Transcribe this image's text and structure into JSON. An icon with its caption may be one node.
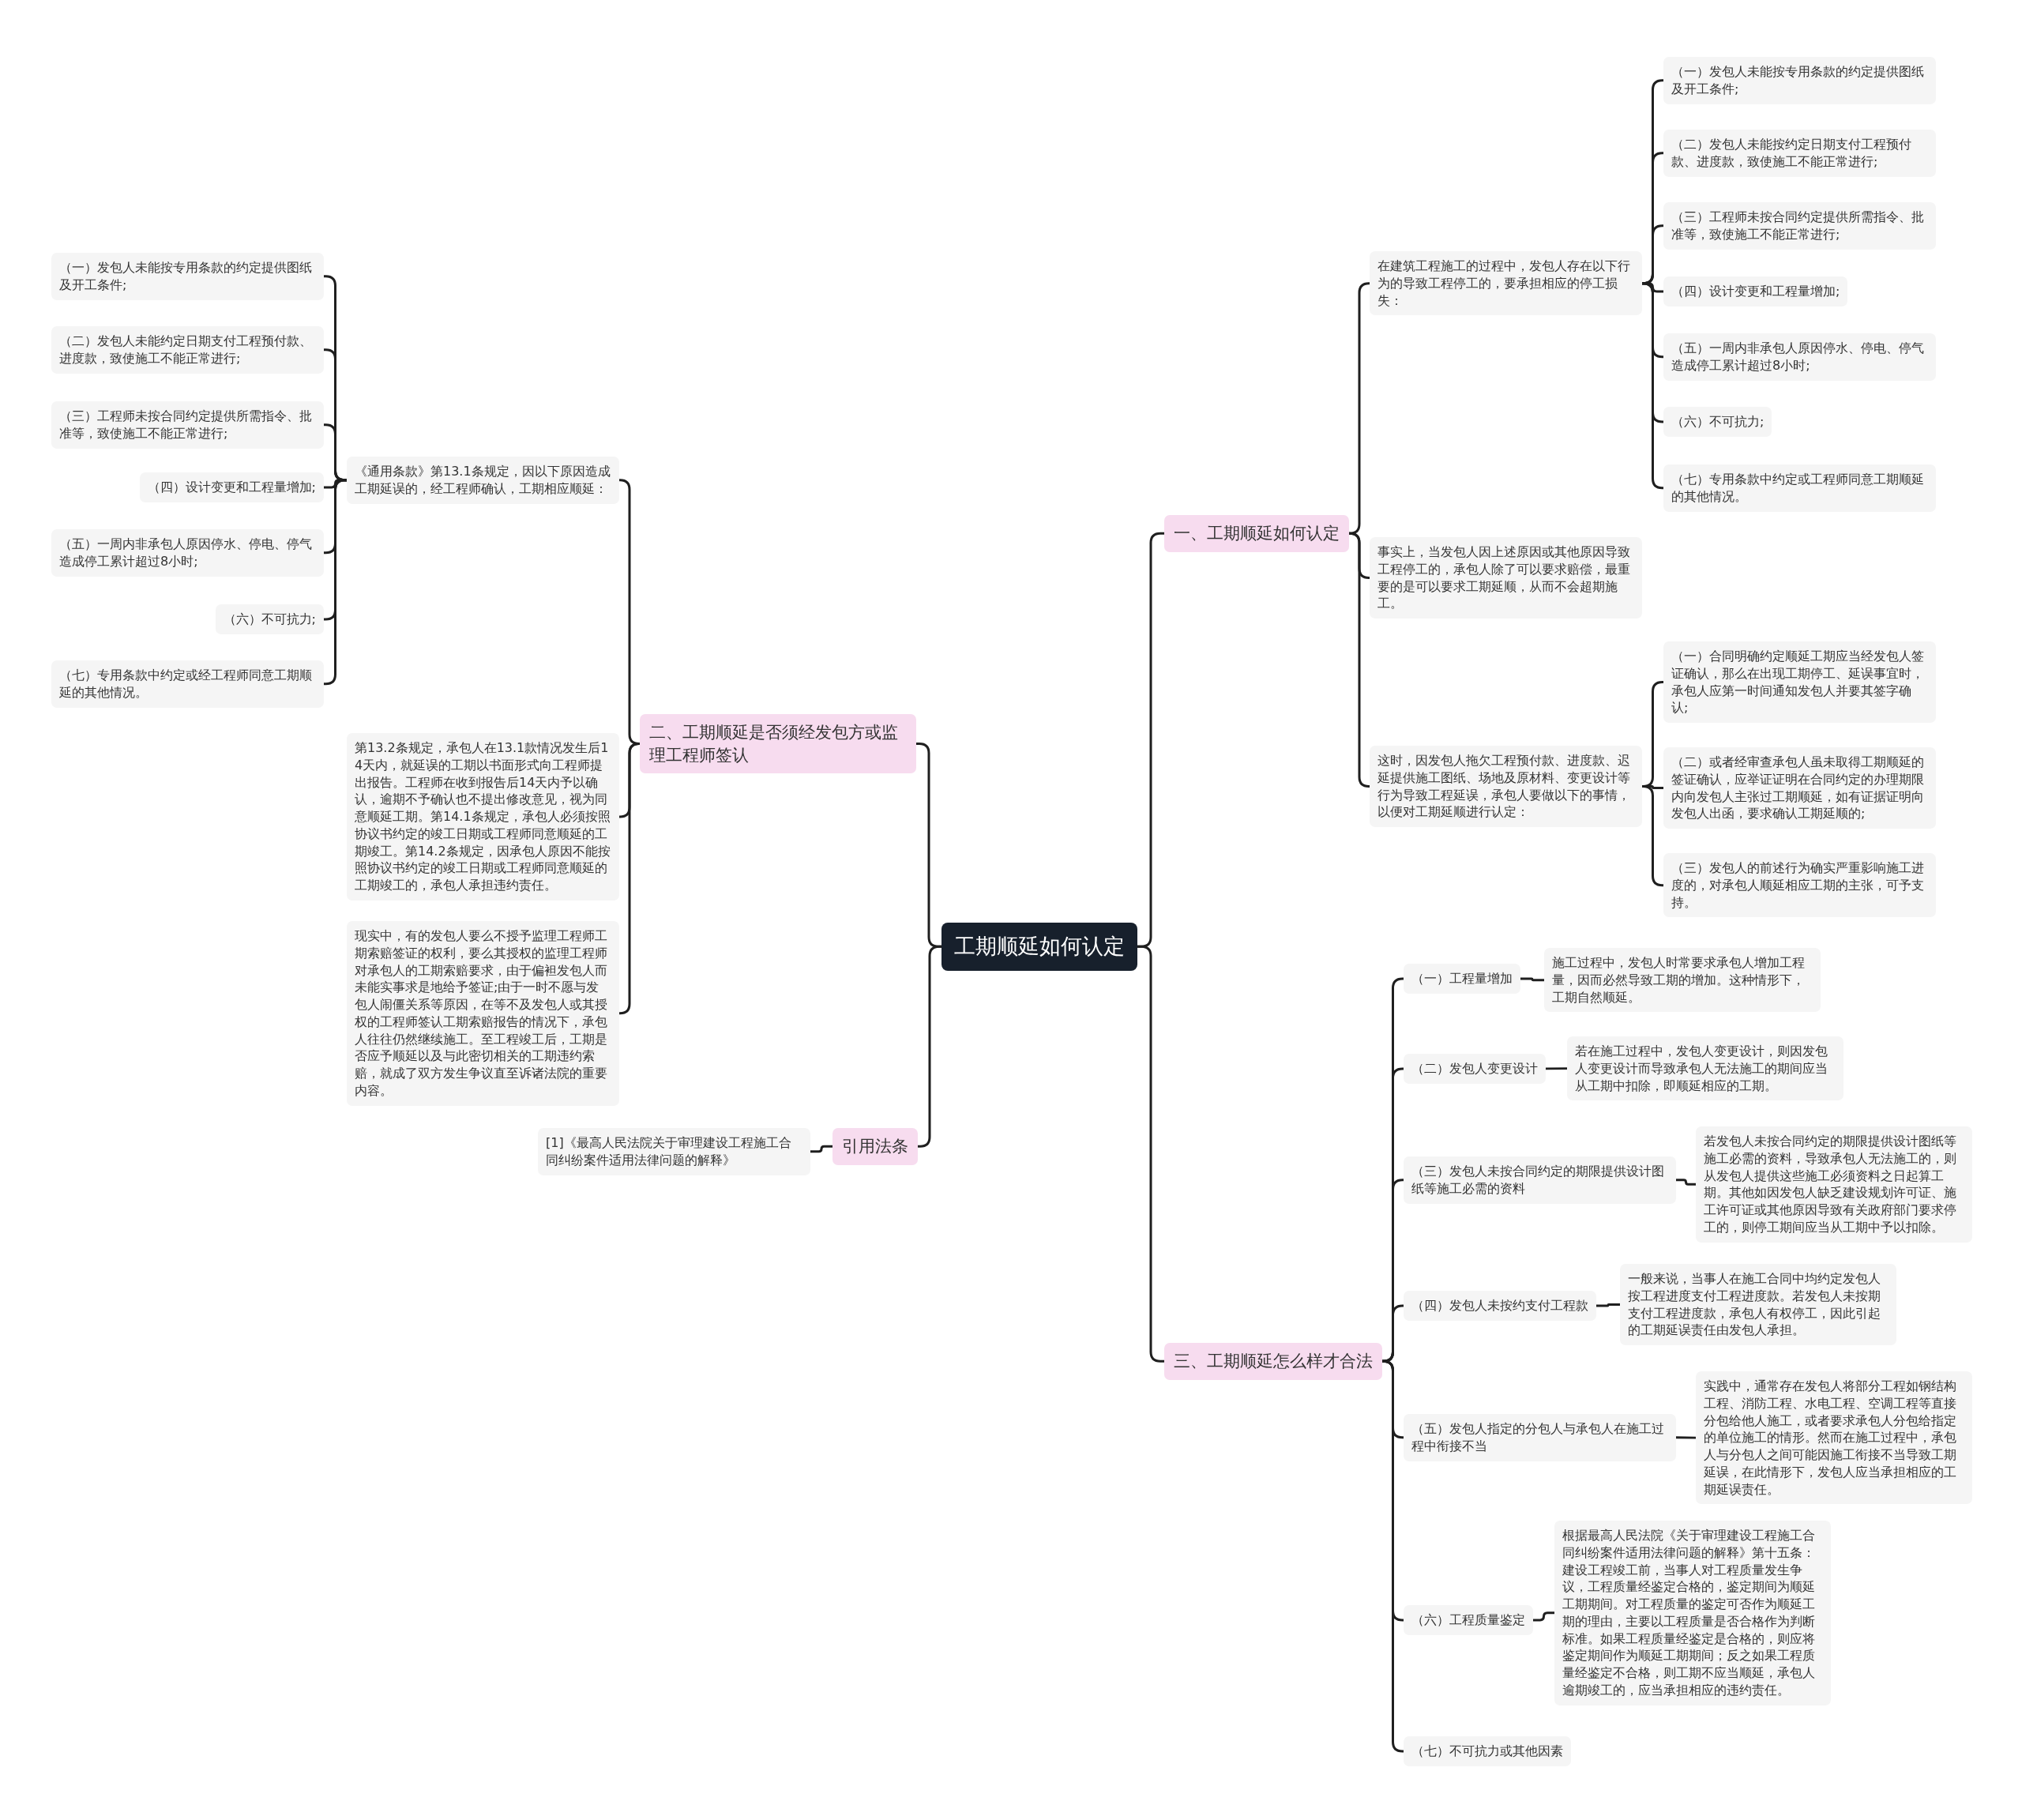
{
  "diagram": {
    "nodes": [
      {
        "text": [
          "工期顺延如何认定"
        ]
      },
      {
        "text": [
          "一、工期顺延如何认定"
        ]
      },
      {
        "text": [
          "在建筑工程施工的过程中，发包人存在以下行为的导致工程停工的，要承担相应的停工损失："
        ]
      },
      {
        "text": [
          "（一）发包人未能按专用条款的约定提供图纸及开工条件;"
        ]
      },
      {
        "text": [
          "（二）发包人未能按约定日期支付工程预付款、进度款，致使施工不能正常进行;"
        ]
      },
      {
        "text": [
          "（三）工程师未按合同约定提供所需指令、批准等，致使施工不能正常进行;"
        ]
      },
      {
        "text": [
          "（四）设计变更和工程量增加;"
        ]
      },
      {
        "text": [
          "（五）一周内非承包人原因停水、停电、停气造成停工累计超过8小时;"
        ]
      },
      {
        "text": [
          "（六）不可抗力;"
        ]
      },
      {
        "text": [
          "（七）专用条款中约定或工程师同意工期顺延的其他情况。"
        ]
      },
      {
        "text": [
          "事实上，当发包人因上述原因或其他原因导致工程停工的，承包人除了可以要求赔偿，最重要的是可以要求工期延顺，从而不会超期施工。"
        ]
      },
      {
        "text": [
          "这时，因发包人拖欠工程预付款、进度款、迟延提供施工图纸、场地及原材料、变更设计等行为导致工程延误，承包人要做以下的事情，以便对工期延顺进行认定："
        ]
      },
      {
        "text": [
          "（一）合同明确约定顺延工期应当经发包人签证确认，那么在出现工期停工、延误事宜时，承包人应第一时间通知发包人并要其签字确认;"
        ]
      },
      {
        "text": [
          "（二）或者经审查承包人虽未取得工期顺延的签证确认，应举证证明在合同约定的办理期限内向发包人主张过工期顺延，如有证据证明向发包人出函，要求确认工期延顺的;"
        ]
      },
      {
        "text": [
          "（三）发包人的前述行为确实严重影响施工进度的，对承包人顺延相应工期的主张，可予支持。"
        ]
      },
      {
        "text": [
          "三、工期顺延怎么样才合法"
        ]
      },
      {
        "text": [
          "（一）工程量增加"
        ]
      },
      {
        "text": [
          "施工过程中，发包人时常要求承包人增加工程量，因而必然导致工期的增加。这种情形下，工期自然顺延。"
        ]
      },
      {
        "text": [
          "（二）发包人变更设计"
        ]
      },
      {
        "text": [
          "若在施工过程中，发包人变更设计，则因发包人变更设计而导致承包人无法施工的期间应当从工期中扣除，即顺延相应的工期。"
        ]
      },
      {
        "text": [
          "（三）发包人未按合同约定的期限提供设计图纸等施工必需的资料"
        ]
      },
      {
        "text": [
          "若发包人未按合同约定的期限提供设计图纸等施工必需的资料，导致承包人无法施工的，则从发包人提供这些施工必须资料之日起算工期。其他如因发包人缺乏建设规划许可证、施工许可证或其他原因导致有关政府部门要求停工的，则停工期间应当从工期中予以扣除。"
        ]
      },
      {
        "text": [
          "（四）发包人未按约支付工程款"
        ]
      },
      {
        "text": [
          "一般来说，当事人在施工合同中均约定发包人按工程进度支付工程进度款。若发包人未按期支付工程进度款，承包人有权停工，因此引起的工期延误责任由发包人承担。"
        ]
      },
      {
        "text": [
          "（五）发包人指定的分包人与承包人在施工过程中衔接不当"
        ]
      },
      {
        "text": [
          "实践中，通常存在发包人将部分工程如钢结构工程、消防工程、水电工程、空调工程等直接分包给他人施工，或者要求承包人分包给指定的单位施工的情形。然而在施工过程中，承包人与分包人之间可能因施工衔接不当导致工期延误，在此情形下，发包人应当承担相应的工期延误责任。"
        ]
      },
      {
        "text": [
          "（六）工程质量鉴定"
        ]
      },
      {
        "text": [
          "根据最高人民法院《关于审理建设工程施工合同纠纷案件适用法律问题的解释》第十五条：建设工程竣工前，当事人对工程质量发生争议，工程质量经鉴定合格的，鉴定期间为顺延工期期间。对工程质量的鉴定可否作为顺延工期的理由，主要以工程质量是否合格作为判断标准。如果工程质量经鉴定是合格的，则应将鉴定期间作为顺延工期期间；反之如果工程质量经鉴定不合格，则工期不应当顺延，承包人逾期竣工的，应当承担相应的违约责任。"
        ]
      },
      {
        "text": [
          "（七）不可抗力或其他因素"
        ]
      },
      {
        "text": [
          "二、工期顺延是否须经发包方或监理工程师签认"
        ]
      },
      {
        "text": [
          "《通用条款》第13.1条规定，因以下原因造成工期延误的，经工程师确认，工期相应顺延："
        ]
      },
      {
        "text": [
          "（一）发包人未能按专用条款的约定提供图纸及开工条件;"
        ]
      },
      {
        "text": [
          "（二）发包人未能约定日期支付工程预付款、进度款，致使施工不能正常进行;"
        ]
      },
      {
        "text": [
          "（三）工程师未按合同约定提供所需指令、批准等，致使施工不能正常进行;"
        ]
      },
      {
        "text": [
          "（四）设计变更和工程量增加;"
        ]
      },
      {
        "text": [
          "（五）一周内非承包人原因停水、停电、停气造成停工累计超过8小时;"
        ]
      },
      {
        "text": [
          "（六）不可抗力;"
        ]
      },
      {
        "text": [
          "（七）专用条款中约定或经工程师同意工期顺延的其他情况。"
        ]
      },
      {
        "text": [
          "第13.2条规定，承包人在13.1款情况发生后14天内，就延误的工期以书面形式向工程师提出报告。工程师在收到报告后14天内予以确认，逾期不予确认也不提出修改意见，视为同意顺延工期。第14.1条规定，承包人必须按照协议书约定的竣工日期或工程师同意顺延的工期竣工。第14.2条规定，因承包人原因不能按照协议书约定的竣工日期或工程师同意顺延的工期竣工的，承包人承担违约责任。"
        ]
      },
      {
        "text": [
          "现实中，有的发包人要么不授予监理工程师工期索赔签证的权利，要么其授权的监理工程师对承包人的工期索赔要求，由于偏袒发包人而未能实事求是地给予签证;由于一时不愿与发包人闹僵关系等原因，在等不及发包人或其授权的工程师签认工期索赔报告的情况下，承包人往往仍然继续施工。至工程竣工后，工期是否应予顺延以及与此密切相关的工期违约索赔，就成了双方发生争议直至诉诸法院的重要内容。"
        ]
      },
      {
        "text": [
          "引用法条"
        ]
      },
      {
        "text": [
          "[1]《最高人民法院关于审理建设工程施工合同纠纷案件适用法律问题的解释》"
        ]
      }
    ],
    "edges": [
      {
        "from": 0,
        "to": 1,
        "arrow": "none"
      },
      {
        "from": 0,
        "to": 15,
        "arrow": "none"
      },
      {
        "from": 0,
        "to": 29,
        "arrow": "none"
      },
      {
        "from": 0,
        "to": 40,
        "arrow": "none"
      },
      {
        "from": 1,
        "to": 2,
        "arrow": "none"
      },
      {
        "from": 1,
        "to": 10,
        "arrow": "none"
      },
      {
        "from": 1,
        "to": 11,
        "arrow": "none"
      },
      {
        "from": 2,
        "to": 3,
        "arrow": "none"
      },
      {
        "from": 2,
        "to": 4,
        "arrow": "none"
      },
      {
        "from": 2,
        "to": 5,
        "arrow": "none"
      },
      {
        "from": 2,
        "to": 6,
        "arrow": "none"
      },
      {
        "from": 2,
        "to": 7,
        "arrow": "none"
      },
      {
        "from": 2,
        "to": 8,
        "arrow": "none"
      },
      {
        "from": 2,
        "to": 9,
        "arrow": "none"
      },
      {
        "from": 11,
        "to": 12,
        "arrow": "none"
      },
      {
        "from": 11,
        "to": 13,
        "arrow": "none"
      },
      {
        "from": 11,
        "to": 14,
        "arrow": "none"
      },
      {
        "from": 15,
        "to": 16,
        "arrow": "none"
      },
      {
        "from": 15,
        "to": 18,
        "arrow": "none"
      },
      {
        "from": 15,
        "to": 20,
        "arrow": "none"
      },
      {
        "from": 15,
        "to": 22,
        "arrow": "none"
      },
      {
        "from": 15,
        "to": 24,
        "arrow": "none"
      },
      {
        "from": 15,
        "to": 26,
        "arrow": "none"
      },
      {
        "from": 15,
        "to": 28,
        "arrow": "none"
      },
      {
        "from": 16,
        "to": 17,
        "arrow": "none"
      },
      {
        "from": 18,
        "to": 19,
        "arrow": "none"
      },
      {
        "from": 20,
        "to": 21,
        "arrow": "none"
      },
      {
        "from": 22,
        "to": 23,
        "arrow": "none"
      },
      {
        "from": 24,
        "to": 25,
        "arrow": "none"
      },
      {
        "from": 26,
        "to": 27,
        "arrow": "none"
      },
      {
        "from": 29,
        "to": 30,
        "arrow": "none"
      },
      {
        "from": 29,
        "to": 38,
        "arrow": "none"
      },
      {
        "from": 29,
        "to": 39,
        "arrow": "none"
      },
      {
        "from": 30,
        "to": 31,
        "arrow": "none"
      },
      {
        "from": 30,
        "to": 32,
        "arrow": "none"
      },
      {
        "from": 30,
        "to": 33,
        "arrow": "none"
      },
      {
        "from": 30,
        "to": 34,
        "arrow": "none"
      },
      {
        "from": 30,
        "to": 35,
        "arrow": "none"
      },
      {
        "from": 30,
        "to": 36,
        "arrow": "none"
      },
      {
        "from": 30,
        "to": 37,
        "arrow": "none"
      },
      {
        "from": 40,
        "to": 41,
        "arrow": "none"
      }
    ]
  }
}
